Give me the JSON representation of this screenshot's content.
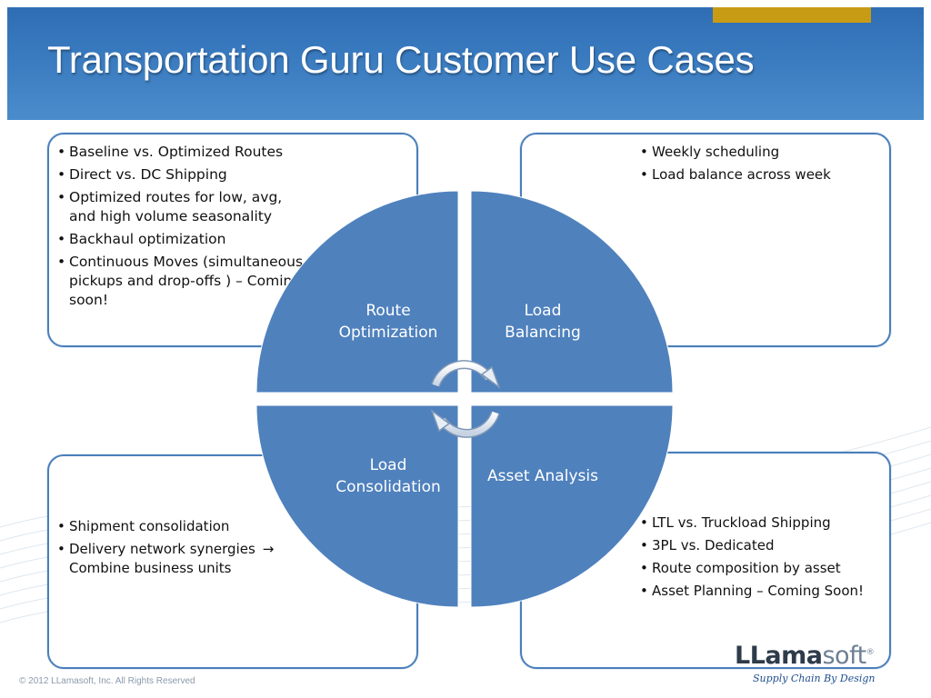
{
  "slide": {
    "title": "Transportation Guru Customer Use Cases",
    "footer": "© 2012 LLamasoft, Inc. All Rights Reserved"
  },
  "quadrants": {
    "top_left_label": [
      "Route",
      "Optimization"
    ],
    "top_right_label": [
      "Load",
      "Balancing"
    ],
    "bottom_left_label": [
      "Load",
      "Consolidation"
    ],
    "bottom_right_label": "Asset Analysis"
  },
  "boxes": {
    "top_left": [
      "Baseline vs. Optimized Routes",
      "Direct vs. DC Shipping",
      "Optimized routes for low, avg, and high volume seasonality",
      "Backhaul optimization",
      "Continuous Moves (simultaneous pickups and drop-offs ) – Coming soon!"
    ],
    "top_right": [
      "Weekly scheduling",
      "Load balance across week"
    ],
    "bottom_left": {
      "item1": "Shipment consolidation",
      "item2_text": "Delivery network synergies",
      "item2_arrow": "→",
      "item2_continuation": "Combine business units"
    },
    "bottom_right": [
      "LTL vs. Truckload Shipping",
      "3PL vs. Dedicated",
      "Route composition by asset",
      "Asset Planning – Coming Soon!"
    ]
  },
  "logo": {
    "name_bold": "LLama",
    "name_light": "soft",
    "registered": "®",
    "tagline": "Supply Chain By Design"
  },
  "colors": {
    "header": "#3a7bc0",
    "accent_gold": "#c89b15",
    "quadrant_fill": "#4f81bd",
    "box_border": "#4a7fba"
  },
  "icons": [
    "cycle-arrows-icon"
  ]
}
